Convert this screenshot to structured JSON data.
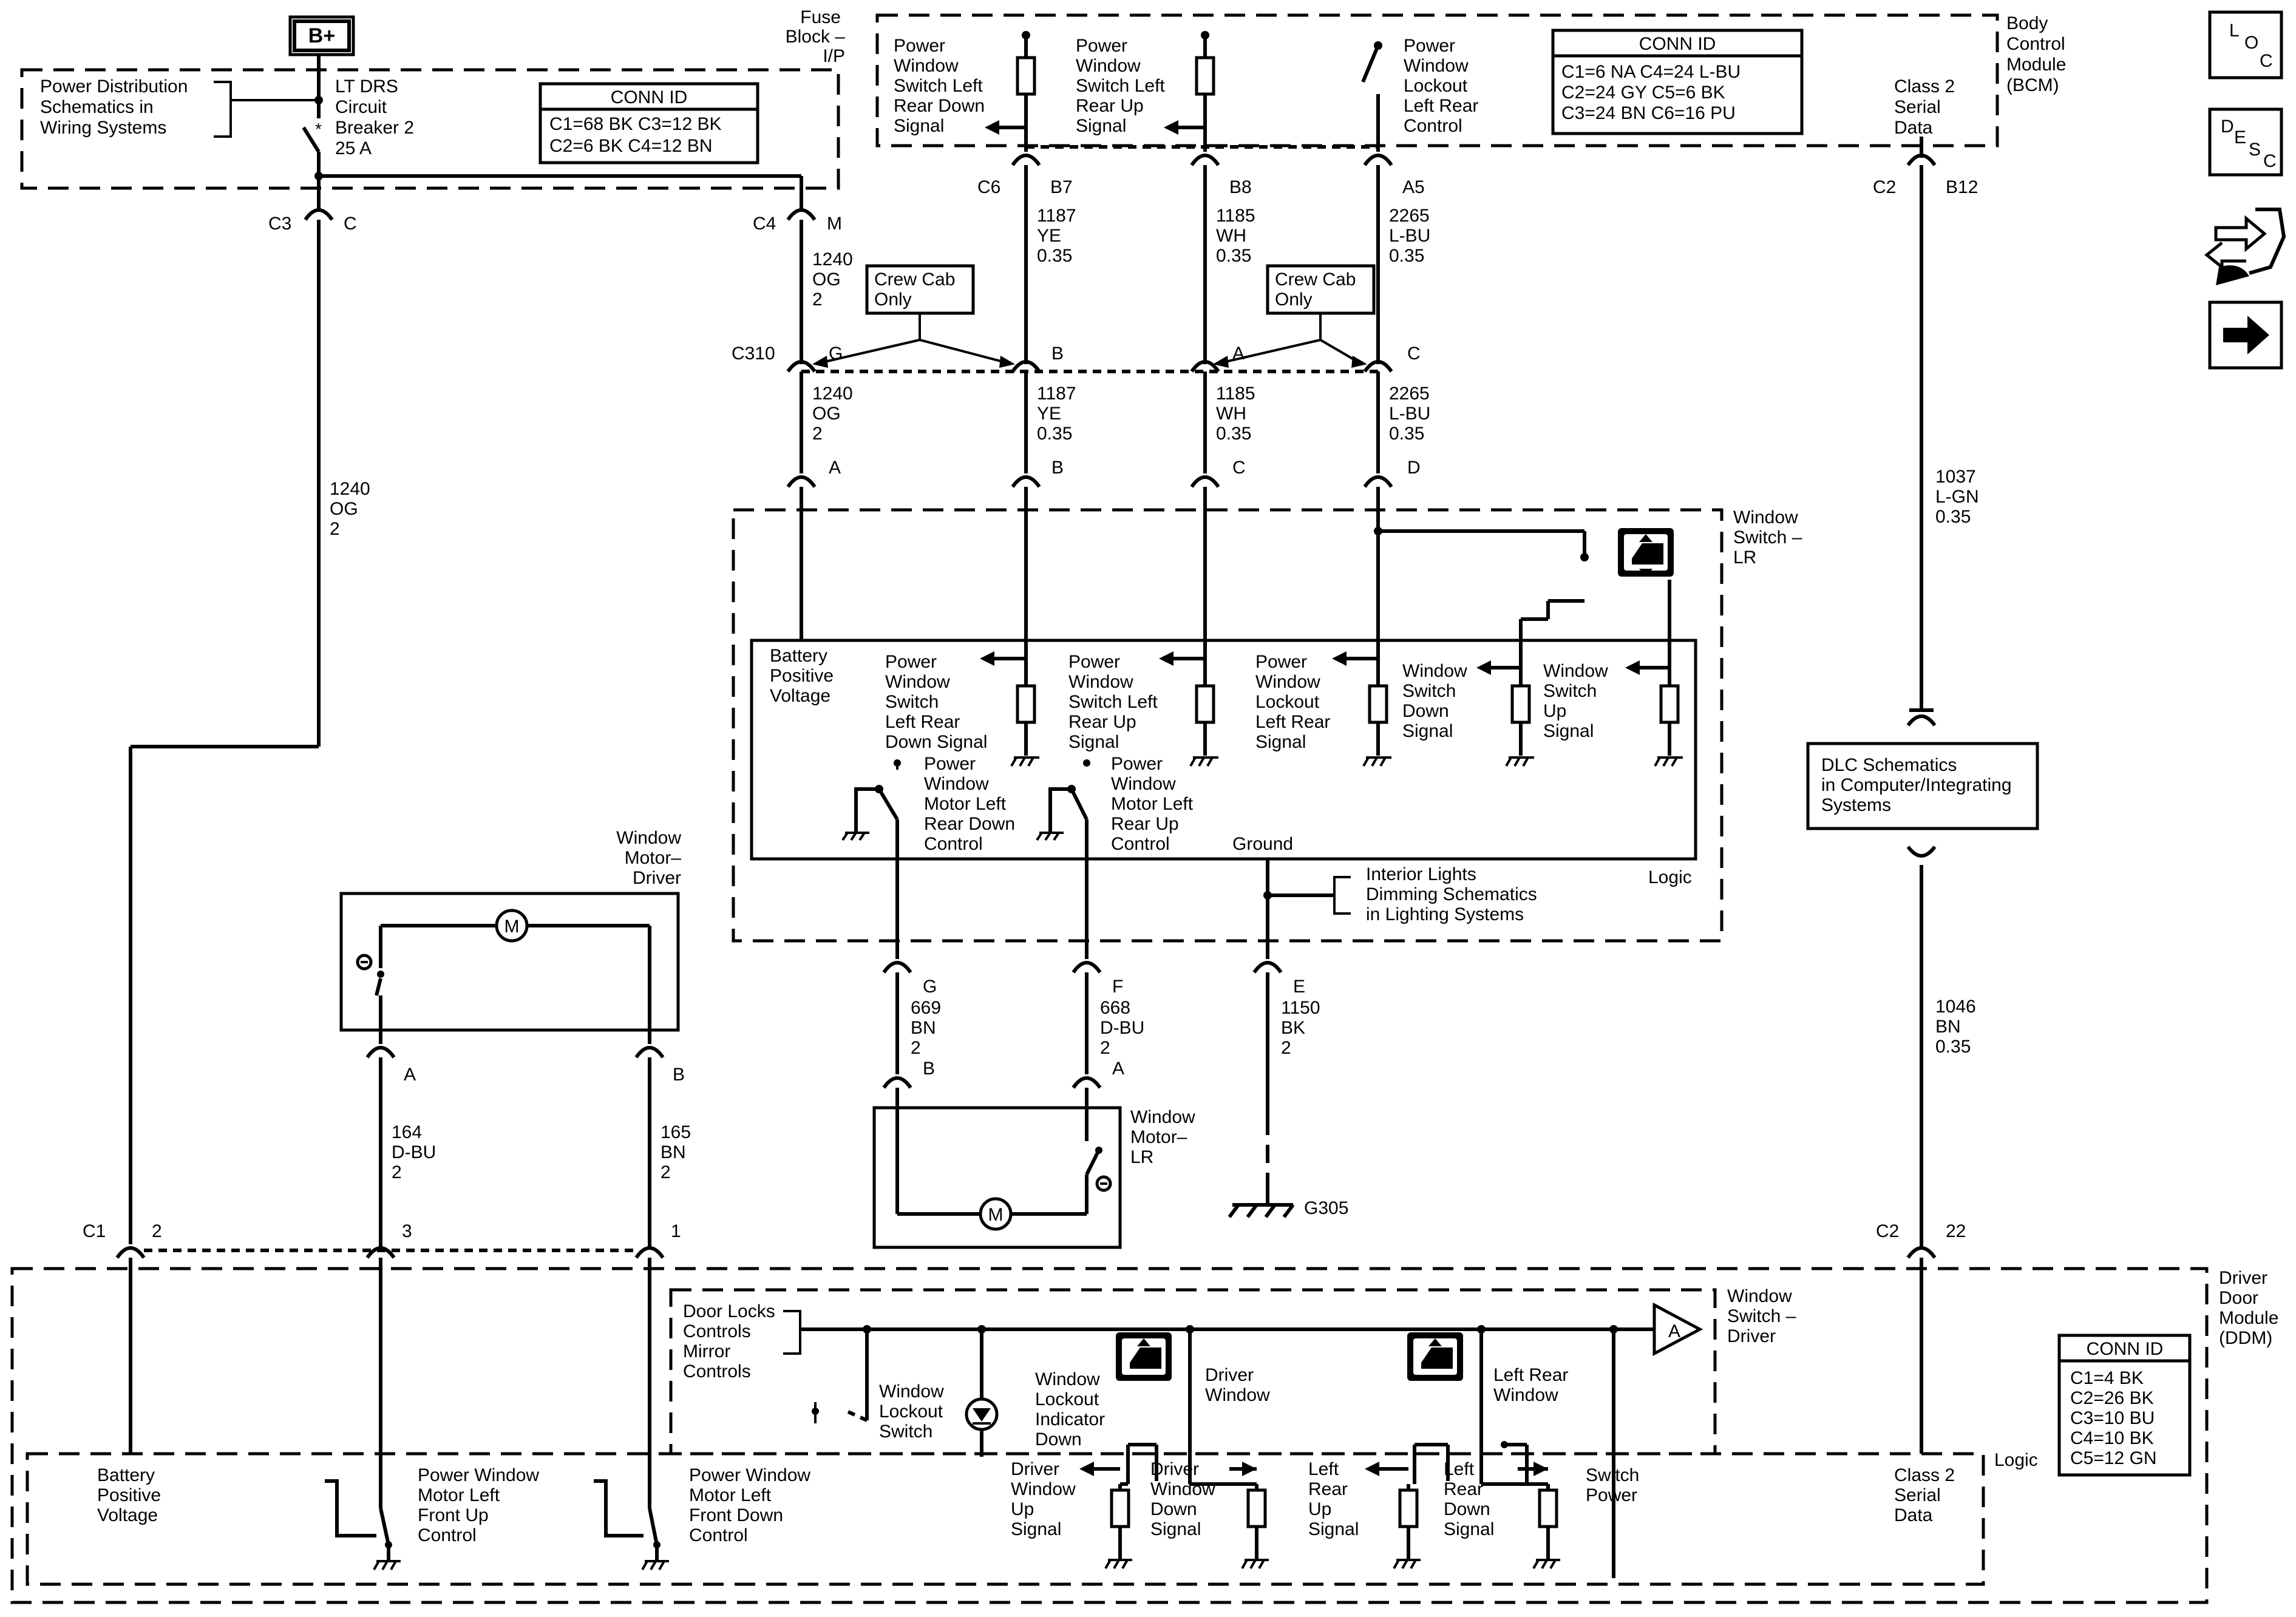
{
  "header": {
    "b_plus": "B+",
    "power_dist": [
      "Power Distribution",
      "Schematics in",
      "Wiring Systems"
    ],
    "breaker": [
      "LT DRS",
      "Circuit",
      "Breaker 2",
      "25 A"
    ],
    "fuse_block": [
      "Fuse",
      "Block –",
      "I/P"
    ],
    "bcm": [
      "Body",
      "Control",
      "Module",
      "(BCM)"
    ]
  },
  "conn_ids": {
    "fuse": {
      "title": "CONN ID",
      "rows": [
        "C1=68 BK  C3=12 BK",
        "C2=6 BK    C4=12 BN"
      ]
    },
    "bcm": {
      "title": "CONN ID",
      "rows": [
        "C1=6 NA     C4=24 L-BU",
        "C2=24 GY   C5=6 BK",
        "C3=24 BN   C6=16 PU"
      ]
    },
    "ddm": {
      "title": "CONN ID",
      "rows": [
        "C1=4 BK",
        "C2=26 BK",
        "C3=10 BU",
        "C4=10 BK",
        "C5=12 GN"
      ]
    }
  },
  "bcm_signals": {
    "lr_down": [
      "Power",
      "Window",
      "Switch Left",
      "Rear Down",
      "Signal"
    ],
    "lr_up": [
      "Power",
      "Window",
      "Switch Left",
      "Rear Up",
      "Signal"
    ],
    "lockout": [
      "Power",
      "Window",
      "Lockout",
      "Left Rear",
      "Control"
    ],
    "class2": [
      "Class 2",
      "Serial",
      "Data"
    ]
  },
  "connectors": {
    "c3": "C3",
    "c3_pin": "C",
    "c4": "C4",
    "c4_pin": "M",
    "c6": "C6",
    "b7": "B7",
    "b8": "B8",
    "a5": "A5",
    "c2_top": "C2",
    "b12": "B12",
    "c310": "C310",
    "g": "G",
    "b": "B",
    "a": "A",
    "c": "C",
    "ws_a": "A",
    "ws_b": "B",
    "ws_c": "C",
    "ws_d": "D",
    "ws_g": "G",
    "ws_f": "F",
    "ws_e": "E",
    "m_b": "B",
    "m_a": "A",
    "md_a": "A",
    "md_b": "B",
    "c1": "C1",
    "p2": "2",
    "p3": "3",
    "p1": "1",
    "c2_bot": "C2",
    "p22": "22"
  },
  "wires": {
    "og1240_top": [
      "1240",
      "OG",
      "2"
    ],
    "ye1187_top": [
      "1187",
      "YE",
      "0.35"
    ],
    "wh1185_top": [
      "1185",
      "WH",
      "0.35"
    ],
    "lbu2265_top": [
      "2265",
      "L-BU",
      "0.35"
    ],
    "og1240_mid": [
      "1240",
      "OG",
      "2"
    ],
    "ye1187_mid": [
      "1187",
      "YE",
      "0.35"
    ],
    "wh1185_mid": [
      "1185",
      "WH",
      "0.35"
    ],
    "lbu2265_mid": [
      "2265",
      "L-BU",
      "0.35"
    ],
    "og1240_left": [
      "1240",
      "OG",
      "2"
    ],
    "lgn1037": [
      "1037",
      "L-GN",
      "0.35"
    ],
    "bn669": [
      "669",
      "BN",
      "2"
    ],
    "dbu668": [
      "668",
      "D-BU",
      "2"
    ],
    "bk1150": [
      "1150",
      "BK",
      "2"
    ],
    "dbu164": [
      "164",
      "D-BU",
      "2"
    ],
    "bn165": [
      "165",
      "BN",
      "2"
    ],
    "bn1046": [
      "1046",
      "BN",
      "0.35"
    ]
  },
  "crew_cab": [
    "Crew Cab",
    "Only"
  ],
  "window_switch_lr": {
    "title": [
      "Window",
      "Switch –",
      "LR"
    ],
    "battery": [
      "Battery",
      "Positive",
      "Voltage"
    ],
    "sig_down": [
      "Power",
      "Window",
      "Switch",
      "Left Rear",
      "Down Signal"
    ],
    "sig_up": [
      "Power",
      "Window",
      "Switch Left",
      "Rear Up",
      "Signal"
    ],
    "sig_lockout": [
      "Power",
      "Window",
      "Lockout",
      "Left Rear",
      "Signal"
    ],
    "sw_down": [
      "Window",
      "Switch",
      "Down",
      "Signal"
    ],
    "sw_up": [
      "Window",
      "Switch",
      "Up",
      "Signal"
    ],
    "motor_down": [
      "Power",
      "Window",
      "Motor Left",
      "Rear Down",
      "Control"
    ],
    "motor_up": [
      "Power",
      "Window",
      "Motor Left",
      "Rear Up",
      "Control"
    ],
    "ground": "Ground",
    "logic": "Logic",
    "interior": [
      "Interior Lights",
      "Dimming Schematics",
      "in Lighting Systems"
    ]
  },
  "window_motor_driver": [
    "Window",
    "Motor–",
    "Driver"
  ],
  "window_motor_lr": [
    "Window",
    "Motor–",
    "LR"
  ],
  "ground_g305": "G305",
  "dlc": [
    "DLC Schematics",
    "in Computer/Integrating",
    "Systems"
  ],
  "ddm": {
    "title": [
      "Driver",
      "Door",
      "Module",
      "(DDM)"
    ],
    "ws_driver": [
      "Window",
      "Switch –",
      "Driver"
    ],
    "door_locks": [
      "Door Locks",
      "Controls",
      "Mirror",
      "Controls"
    ],
    "lockout_switch": [
      "Window",
      "Lockout",
      "Switch"
    ],
    "lockout_indicator": [
      "Window",
      "Lockout",
      "Indicator",
      "Down"
    ],
    "driver_window": [
      "Driver",
      "Window"
    ],
    "left_rear_window": [
      "Left Rear",
      "Window"
    ],
    "amp": "A",
    "battery": [
      "Battery",
      "Positive",
      "Voltage"
    ],
    "pw_front_up": [
      "Power Window",
      "Motor Left",
      "Front Up",
      "Control"
    ],
    "pw_front_down": [
      "Power Window",
      "Motor Left",
      "Front Down",
      "Control"
    ],
    "drv_up": [
      "Driver",
      "Window",
      "Up",
      "Signal"
    ],
    "drv_down": [
      "Driver",
      "Window",
      "Down",
      "Signal"
    ],
    "lr_up": [
      "Left",
      "Rear",
      "Up",
      "Signal"
    ],
    "lr_down": [
      "Left",
      "Rear",
      "Down",
      "Signal"
    ],
    "switch_power": [
      "Switch",
      "Power"
    ],
    "class2": [
      "Class 2",
      "Serial",
      "Data"
    ],
    "logic": "Logic"
  },
  "motor_symbol": "M",
  "side_nav": {
    "loc": [
      "L",
      "O",
      "C"
    ],
    "desc": [
      "D",
      "E",
      "S",
      "C"
    ]
  }
}
